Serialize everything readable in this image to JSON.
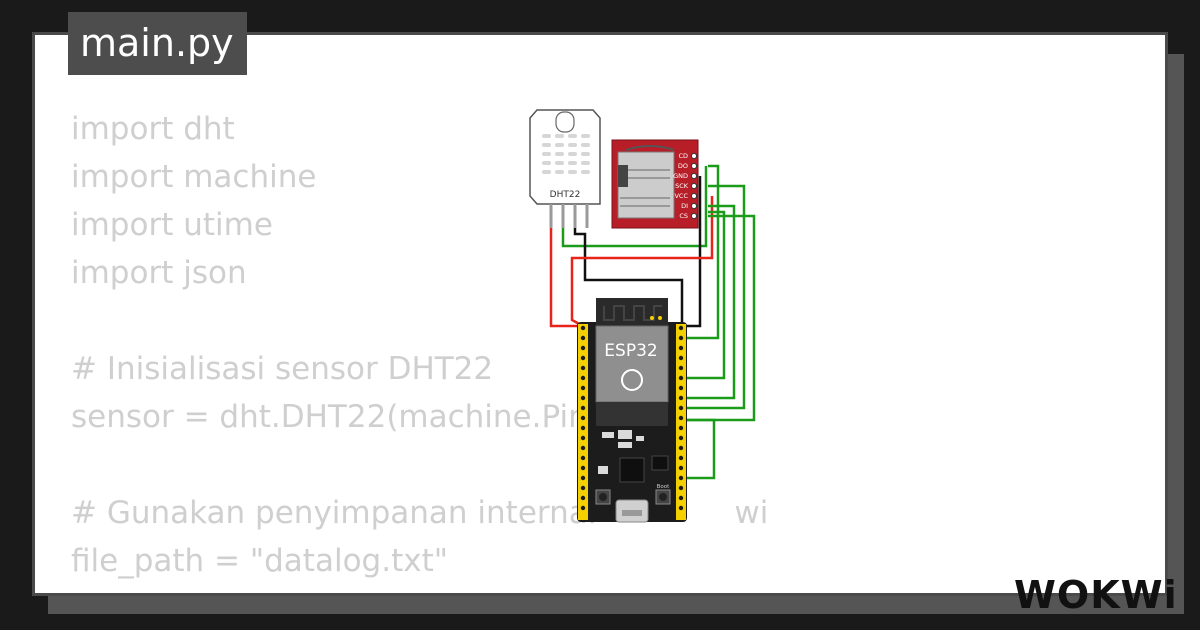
{
  "tab": {
    "filename": "main.py"
  },
  "code": {
    "lines": [
      "import dht",
      "import machine",
      "import utime",
      "import json",
      "",
      "# Inisialisasi sensor DHT22",
      "sensor = dht.DHT22(machine.Pin(",
      "",
      "# Gunakan penyimpanan internal",
      "file_path = \"datalog.txt\""
    ],
    "overlap_tail": "wi"
  },
  "diagram": {
    "dht22_label": "DHT22",
    "esp32_label": "ESP32",
    "boot_label": "Boot",
    "sd_pins": [
      "CD",
      "DO",
      "GND",
      "SCK",
      "VCC",
      "DI",
      "CS"
    ],
    "colors": {
      "wire_green": "#1a9c1a",
      "wire_red": "#e8231a",
      "wire_black": "#111111",
      "sd_board": "#b81e27",
      "esp_board": "#1c1c1c",
      "pin_header": "#f5d000"
    }
  },
  "brand": {
    "logo_text": "WOKWi"
  }
}
